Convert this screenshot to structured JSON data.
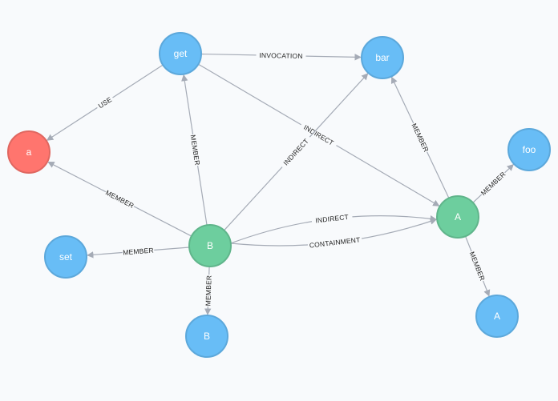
{
  "colors": {
    "blue_fill": "#68bdf6",
    "blue_stroke": "#5ca8db",
    "green_fill": "#6dce9e",
    "green_stroke": "#60b58b",
    "red_fill": "#ff756e",
    "red_stroke": "#e06760",
    "edge": "#a5abb6"
  },
  "nodes": [
    {
      "id": "get",
      "label": "get",
      "color": "blue"
    },
    {
      "id": "bar",
      "label": "bar",
      "color": "blue"
    },
    {
      "id": "a",
      "label": "a",
      "color": "red"
    },
    {
      "id": "foo",
      "label": "foo",
      "color": "blue"
    },
    {
      "id": "A1",
      "label": "A",
      "color": "green"
    },
    {
      "id": "B1",
      "label": "B",
      "color": "green"
    },
    {
      "id": "set",
      "label": "set",
      "color": "blue"
    },
    {
      "id": "B2",
      "label": "B",
      "color": "blue"
    },
    {
      "id": "A2",
      "label": "A",
      "color": "blue"
    }
  ],
  "edges": [
    {
      "from": "get",
      "to": "bar",
      "label": "INVOCATION"
    },
    {
      "from": "get",
      "to": "a",
      "label": "USE"
    },
    {
      "from": "get",
      "to": "A1",
      "label": "INDIRECT"
    },
    {
      "from": "B1",
      "to": "get",
      "label": "MEMBER"
    },
    {
      "from": "B1",
      "to": "bar",
      "label": "INDIRECT"
    },
    {
      "from": "B1",
      "to": "a",
      "label": "MEMBER"
    },
    {
      "from": "B1",
      "to": "set",
      "label": "MEMBER"
    },
    {
      "from": "B1",
      "to": "B2",
      "label": "MEMBER"
    },
    {
      "from": "B1",
      "to": "A1",
      "label": "INDIRECT"
    },
    {
      "from": "B1",
      "to": "A1",
      "label": "CONTAINMENT"
    },
    {
      "from": "A1",
      "to": "bar",
      "label": "MEMBER"
    },
    {
      "from": "A1",
      "to": "foo",
      "label": "MEMBER"
    },
    {
      "from": "A1",
      "to": "A2",
      "label": "MEMBER"
    }
  ]
}
